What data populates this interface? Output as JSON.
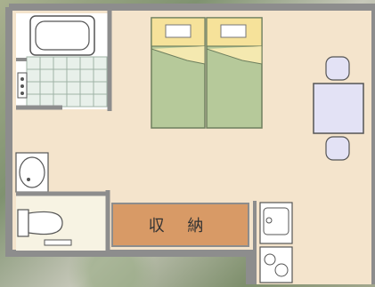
{
  "floor_plan": {
    "storage_label": "収 納",
    "colors": {
      "wall": "#8d8d8d",
      "floor": "#f4e4cc",
      "bath": "#ffffff",
      "tile": "#e8f0ea",
      "bed": "#b6c99a",
      "bed_headboard": "#f6e29a",
      "storage": "#d89a66",
      "table": "#e3e2f5",
      "toilet_area": "#f7f3e3"
    },
    "furniture": [
      "bathtub",
      "washbasin",
      "shower",
      "toilet",
      "twin-beds",
      "dining-table",
      "chairs",
      "kitchen-sink",
      "stove"
    ]
  }
}
